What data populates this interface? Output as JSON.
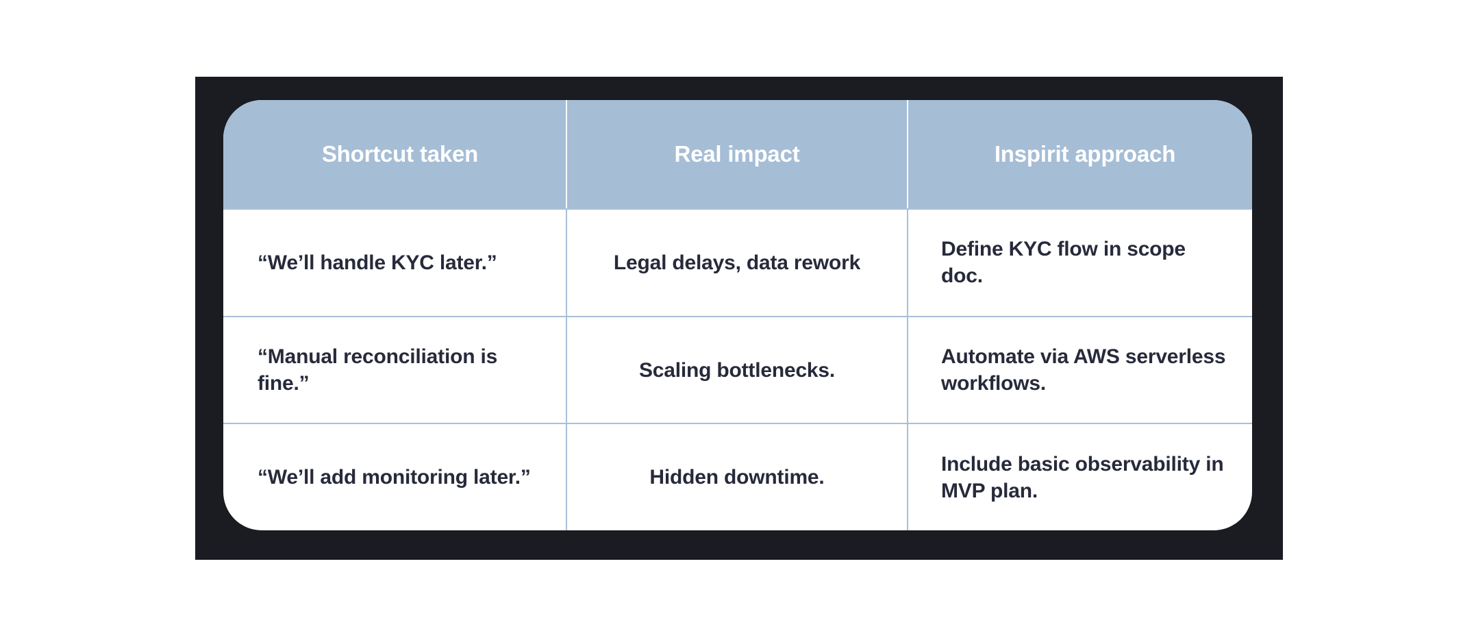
{
  "table": {
    "columns": [
      {
        "header": "Shortcut taken",
        "align": "left"
      },
      {
        "header": "Real impact",
        "align": "center"
      },
      {
        "header": "Inspirit approach",
        "align": "left"
      }
    ],
    "rows": [
      {
        "shortcut_taken": "“We’ll handle KYC later.”",
        "real_impact": "Legal delays, data rework",
        "inspirit_approach": "Define KYC flow in scope doc."
      },
      {
        "shortcut_taken": "“Manual reconciliation is fine.”",
        "real_impact": "Scaling bottlenecks.",
        "inspirit_approach": "Automate via AWS serverless workflows."
      },
      {
        "shortcut_taken": "“We’ll add monitoring later.”",
        "real_impact": "Hidden downtime.",
        "inspirit_approach": "Include basic observability in MVP plan."
      }
    ]
  },
  "colors": {
    "header_background": "#a5bdd5",
    "header_text": "#ffffff",
    "body_text": "#272a3a",
    "panel_background": "#1a1c22",
    "card_background": "#ffffff",
    "grid_line": "#a9c0d6",
    "page_background": "#ffffff"
  }
}
